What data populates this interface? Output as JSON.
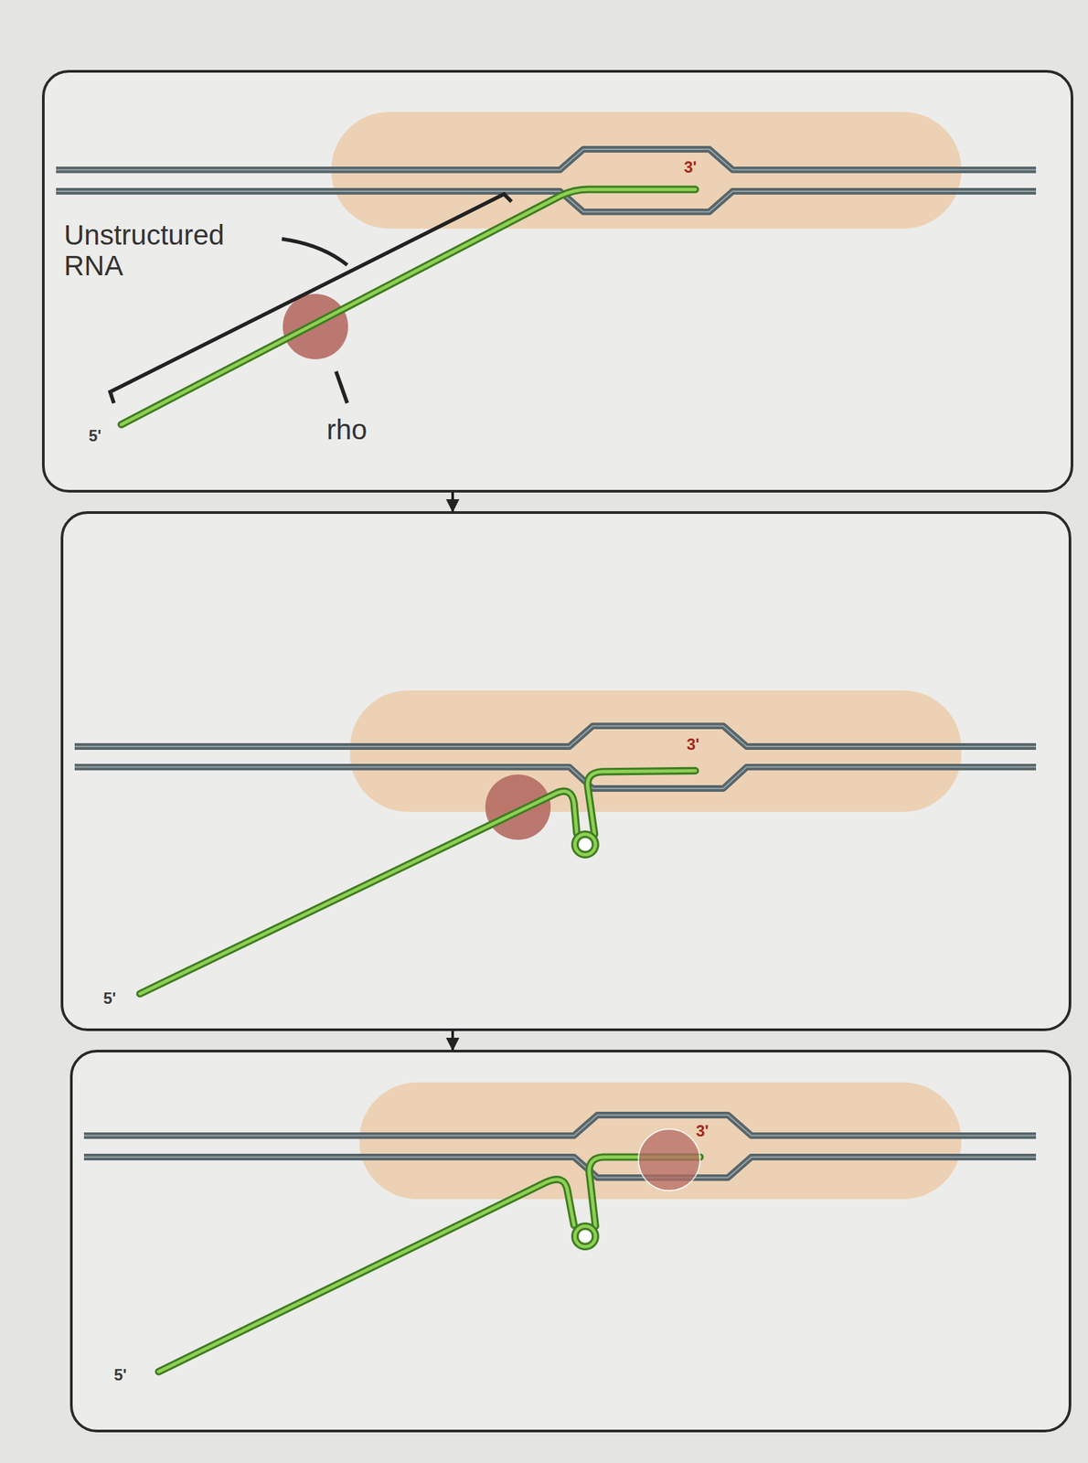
{
  "diagram": {
    "nodes": [
      {
        "text": [
          "3'",
          "Unstructured RNA",
          "5'",
          "rho"
        ]
      },
      {
        "text": [
          "3'",
          "5'"
        ]
      },
      {
        "text": [
          "3'",
          "5'"
        ]
      }
    ],
    "edges": [
      {
        "from": 0,
        "to": 1,
        "arrow": "to"
      },
      {
        "from": 1,
        "to": 2,
        "arrow": "to"
      }
    ]
  }
}
